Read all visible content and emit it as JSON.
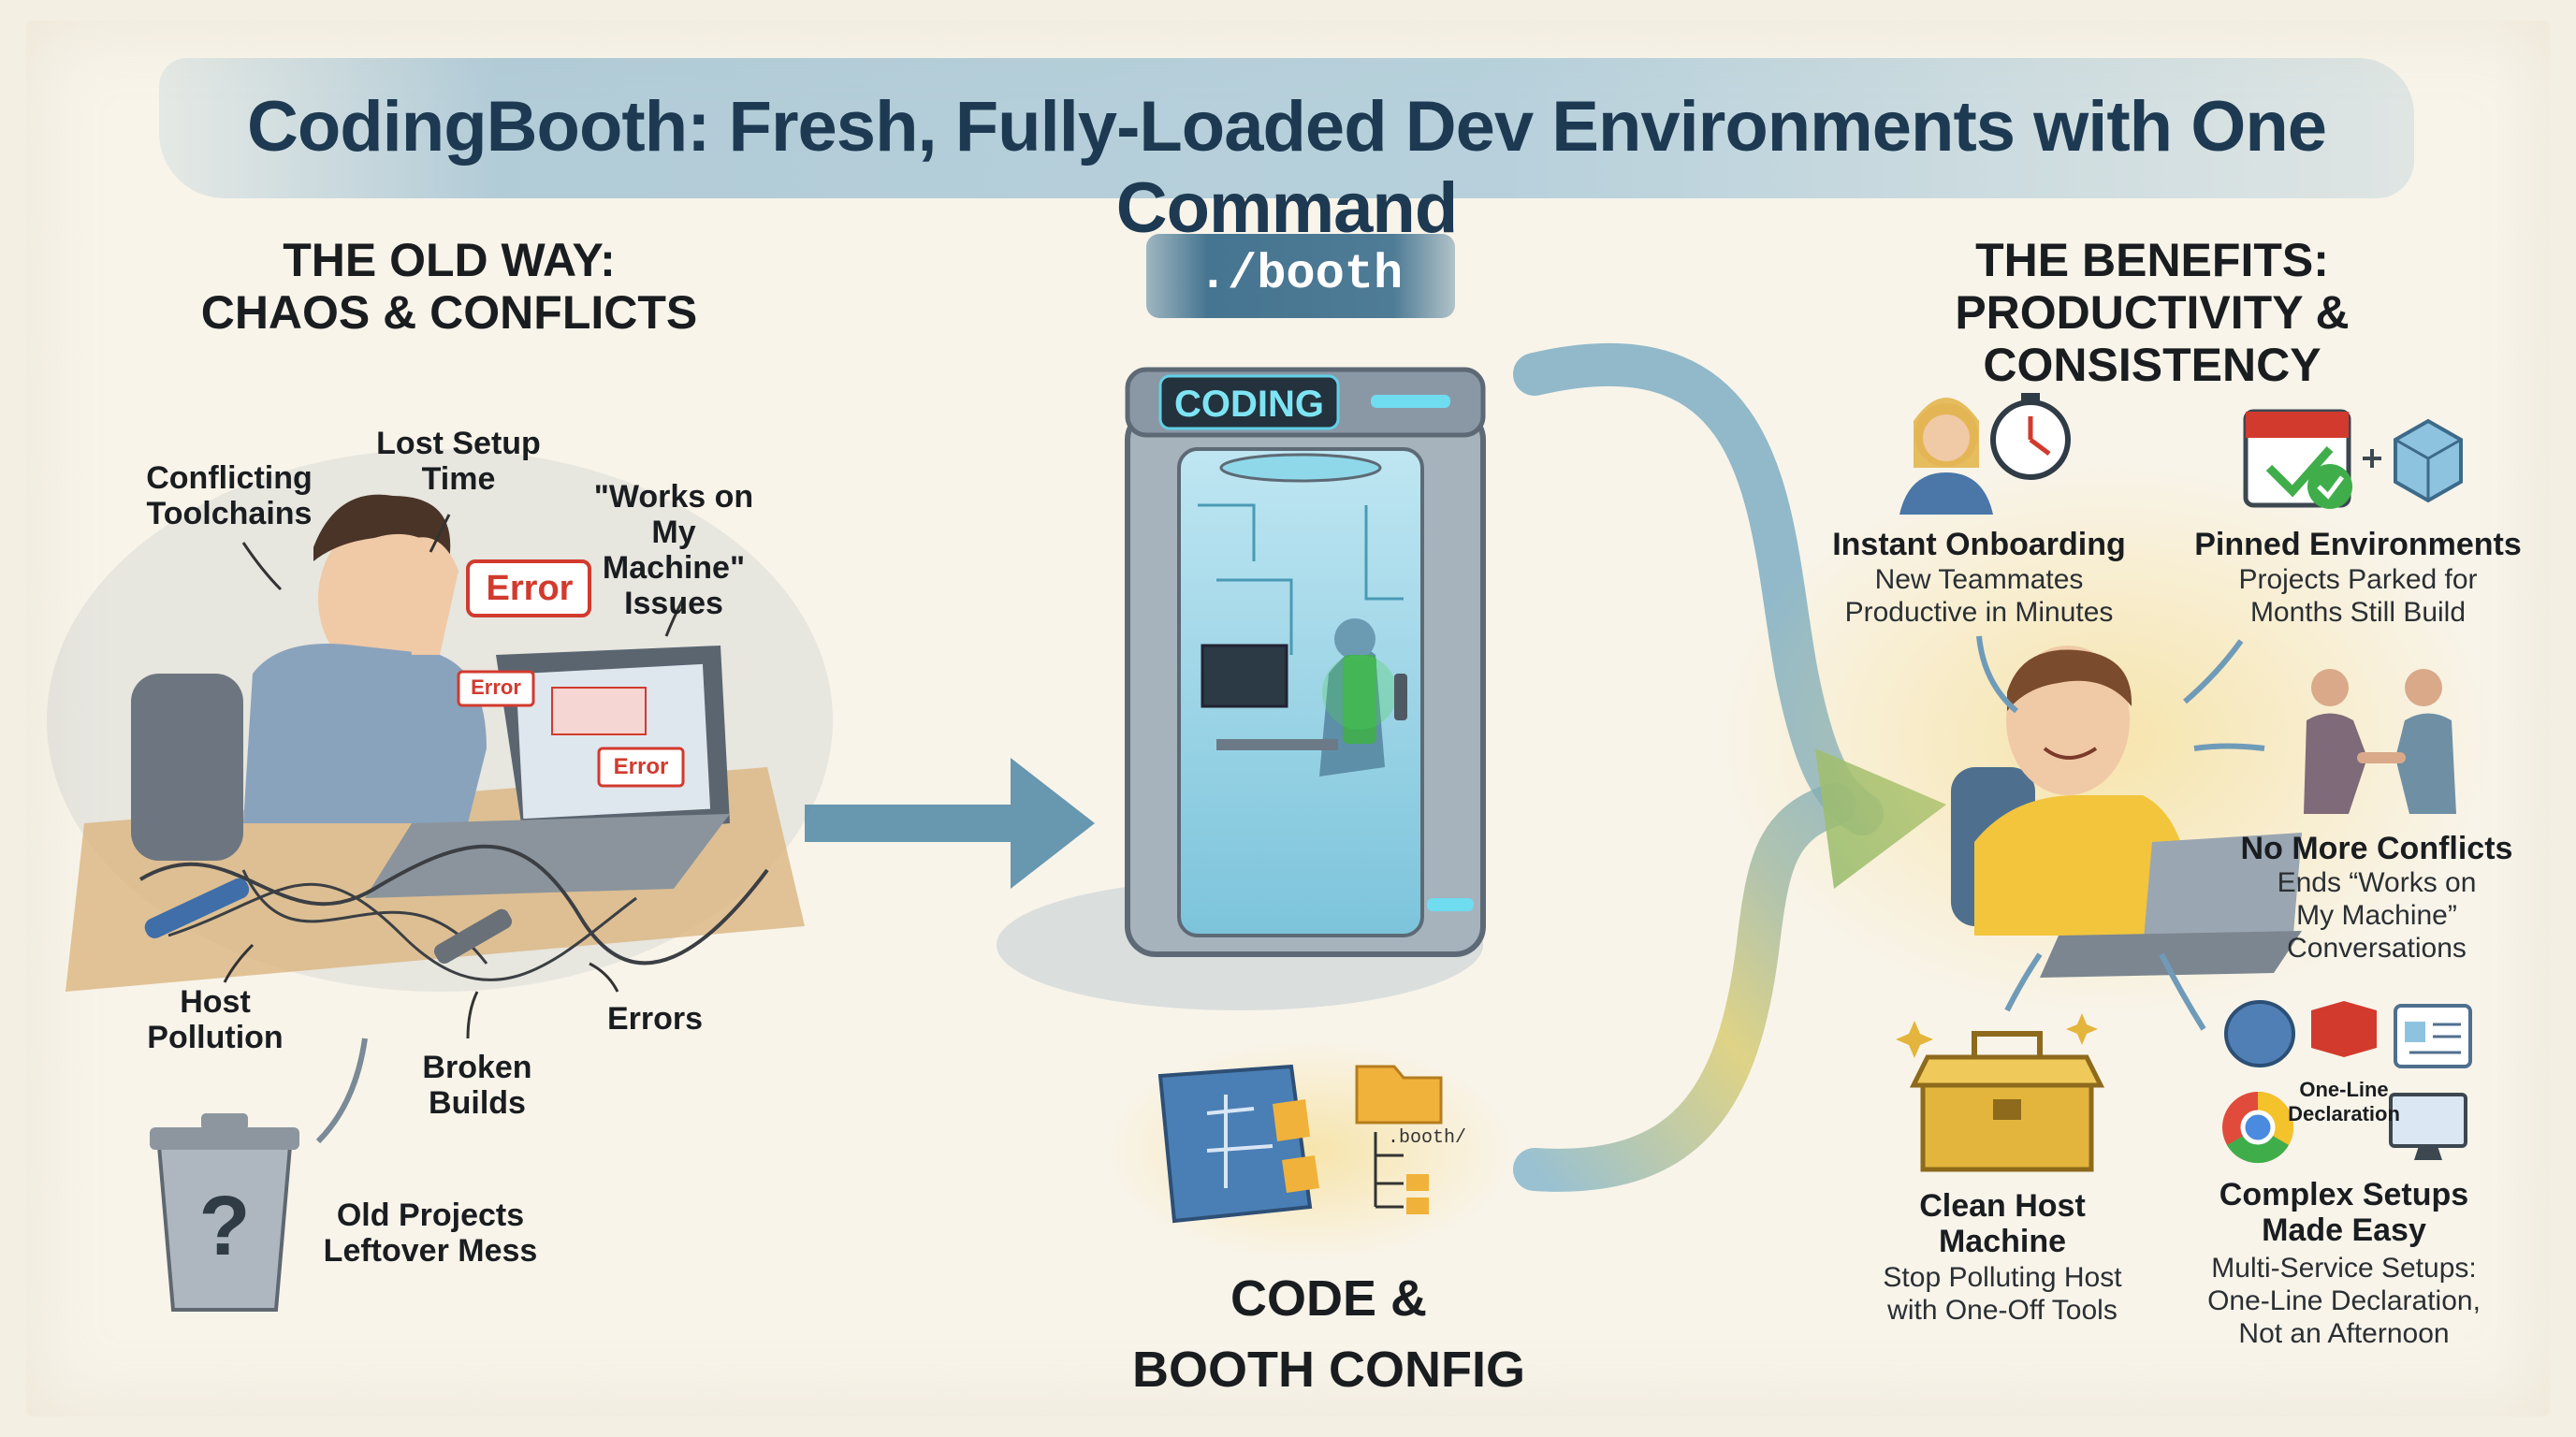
{
  "title": "CodingBooth: Fresh, Fully-Loaded Dev Environments with One Command",
  "old_way": {
    "heading_line1": "THE OLD WAY:",
    "heading_line2": "CHAOS & CONFLICTS",
    "labels": {
      "conflicting": "Conflicting\nToolchains",
      "lost_setup": "Lost Setup\nTime",
      "works_on_machine": "\"Works on My\nMachine\"\nIssues",
      "host_pollution": "Host\nPollution",
      "broken_builds": "Broken\nBuilds",
      "errors": "Errors",
      "old_projects": "Old Projects\nLeftover Mess"
    },
    "error_popups": [
      "Error",
      "Error",
      "Error"
    ]
  },
  "center": {
    "command": "./booth",
    "booth_sign": "CODING",
    "config_folder": ".booth/",
    "caption_line1": "CODE &",
    "caption_line2": "BOOTH CONFIG"
  },
  "benefits": {
    "heading_line1": "THE BENEFITS:",
    "heading_line2": "PRODUCTIVITY & CONSISTENCY",
    "items": [
      {
        "title": "Instant Onboarding",
        "desc": "New Teammates\nProductive in Minutes"
      },
      {
        "title": "Pinned Environments",
        "desc": "Projects Parked for\nMonths Still Build"
      },
      {
        "title": "No More Conflicts",
        "desc": "Ends “Works on\nMy Machine”\nConversations"
      },
      {
        "title": "Clean Host\nMachine",
        "desc": "Stop Polluting Host\nwith One-Off Tools"
      },
      {
        "title": "Complex Setups\nMade Easy",
        "desc": "Multi-Service Setups:\nOne-Line Declaration,\nNot an Afternoon"
      }
    ],
    "one_line_badge": "One-Line\nDeclaration"
  },
  "colors": {
    "title": "#1d3a52",
    "arrow": "#4f86a6",
    "accent_green": "#3fae4a",
    "error_red": "#d23a2e",
    "shirt_yellow": "#f2c53d"
  }
}
